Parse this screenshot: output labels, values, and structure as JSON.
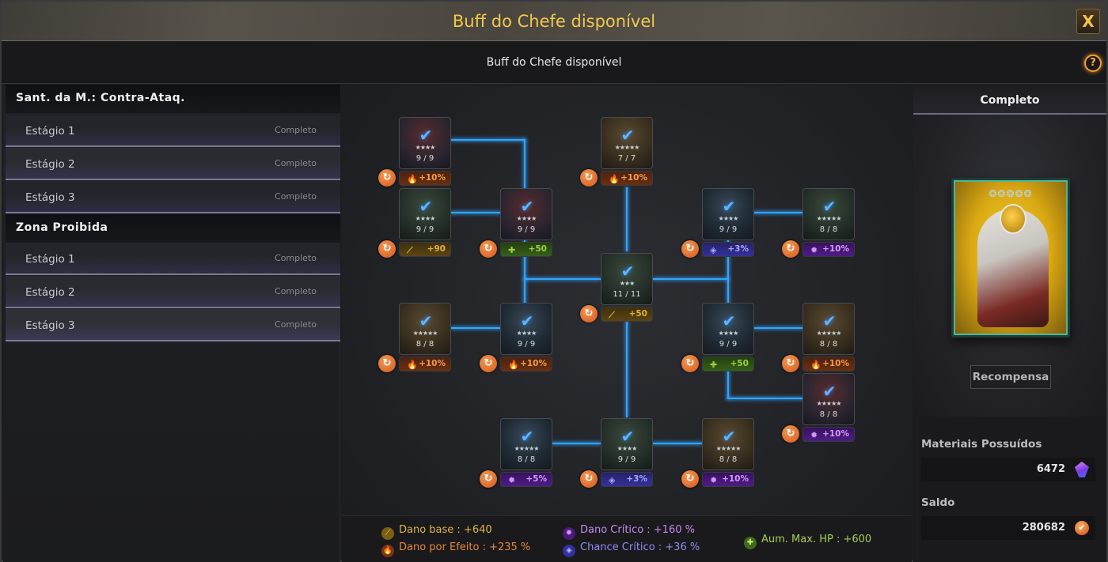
{
  "window": {
    "title": "Buff do Chefe disponível",
    "close_label": "X",
    "subtitle": "Buff do Chefe disponível",
    "help_label": "?"
  },
  "sidebar": {
    "groups": [
      {
        "title": "Sant. da M.: Contra-Ataq.",
        "stages": [
          {
            "label": "Estágio 1",
            "status": "Completo"
          },
          {
            "label": "Estágio 2",
            "status": "Completo"
          },
          {
            "label": "Estágio 3",
            "status": "Completo"
          }
        ]
      },
      {
        "title": "Zona Proibida",
        "stages": [
          {
            "label": "Estágio 1",
            "status": "Completo"
          },
          {
            "label": "Estágio 2",
            "status": "Completo"
          },
          {
            "label": "Estágio 3",
            "status": "Completo"
          }
        ]
      }
    ]
  },
  "tree": {
    "reset_glyph": "↻",
    "check_glyph": "✔",
    "nodes": [
      {
        "progress": "9 / 9",
        "stars": "★★★★",
        "bonus": "+10%",
        "type": "fire"
      },
      {
        "progress": "7 / 7",
        "stars": "★★★★★",
        "bonus": "+10%",
        "type": "fire"
      },
      {
        "progress": "9 / 9",
        "stars": "★★★★",
        "bonus": "+90",
        "type": "dmg"
      },
      {
        "progress": "9 / 9",
        "stars": "★★★★",
        "bonus": "+50",
        "type": "hp"
      },
      {
        "progress": "9 / 9",
        "stars": "★★★★",
        "bonus": "+3%",
        "type": "cchance"
      },
      {
        "progress": "8 / 8",
        "stars": "★★★★★",
        "bonus": "+10%",
        "type": "cdmg"
      },
      {
        "progress": "11 / 11",
        "stars": "★★★",
        "bonus": "+50",
        "type": "dmg"
      },
      {
        "progress": "8 / 8",
        "stars": "★★★★★",
        "bonus": "+10%",
        "type": "fire"
      },
      {
        "progress": "9 / 9",
        "stars": "★★★★",
        "bonus": "+10%",
        "type": "fire"
      },
      {
        "progress": "9 / 9",
        "stars": "★★★★",
        "bonus": "+50",
        "type": "hp"
      },
      {
        "progress": "8 / 8",
        "stars": "★★★★★",
        "bonus": "+10%",
        "type": "fire"
      },
      {
        "progress": "8 / 8",
        "stars": "★★★★★",
        "bonus": "+10%",
        "type": "cdmg"
      },
      {
        "progress": "8 / 8",
        "stars": "★★★★★",
        "bonus": "+5%",
        "type": "cdmg"
      },
      {
        "progress": "9 / 9",
        "stars": "★★★★",
        "bonus": "+3%",
        "type": "cchance"
      },
      {
        "progress": "8 / 8",
        "stars": "★★★★★",
        "bonus": "+10%",
        "type": "cdmg"
      }
    ],
    "icons": {
      "fire": "🔥",
      "dmg": "⟋",
      "hp": "✚",
      "cchance": "◈",
      "cdmg": "✹"
    }
  },
  "summary": {
    "base_damage": "Dano base : +640",
    "effect_damage": "Dano por Efeito : +235 %",
    "crit_damage": "Dano Crítico : +160 %",
    "crit_chance": "Chance Crítico : +36 %",
    "max_hp": "Aum. Max. HP : +600",
    "colors": {
      "base_damage": "#e0b347",
      "effect_damage": "#e8843a",
      "crit_damage": "#c787ee",
      "crit_chance": "#8c8cf5",
      "max_hp": "#a6cc54"
    }
  },
  "reward": {
    "status": "Completo",
    "hero_stars": "❂❂❂❂❂",
    "button_label": "Recompensa"
  },
  "resources": {
    "materials_label": "Materiais Possuídos",
    "materials_value": "6472",
    "balance_label": "Saldo",
    "balance_value": "280682",
    "balance_icon_glyph": "✔"
  },
  "colors": {
    "title": "#f2c84b",
    "connector": "#2fa5ff",
    "reset_button": "#e06a2a"
  }
}
